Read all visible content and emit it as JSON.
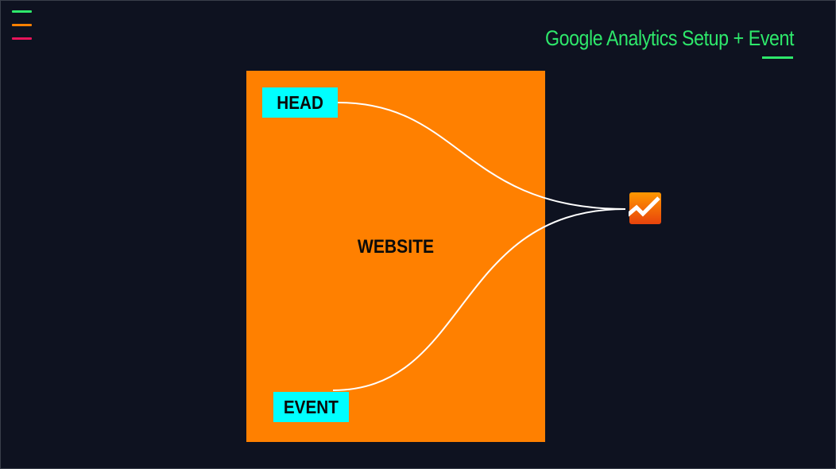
{
  "header": {
    "title": "Google Analytics Setup + Event"
  },
  "menu": {
    "icon": "hamburger-menu-icon",
    "bar_colors": [
      "#2ee86b",
      "#ff8000",
      "#e8145a"
    ]
  },
  "diagram": {
    "website_label": "WEBSITE",
    "head_label": "HEAD",
    "event_label": "EVENT",
    "target_icon": "google-analytics-icon"
  },
  "colors": {
    "background": "#0e1220",
    "accent_green": "#2ee86b",
    "website_fill": "#ff8000",
    "tag_fill": "#00ffff",
    "wire": "#ffffff",
    "icon_orange": "#f57c00",
    "icon_red": "#e8430c"
  }
}
